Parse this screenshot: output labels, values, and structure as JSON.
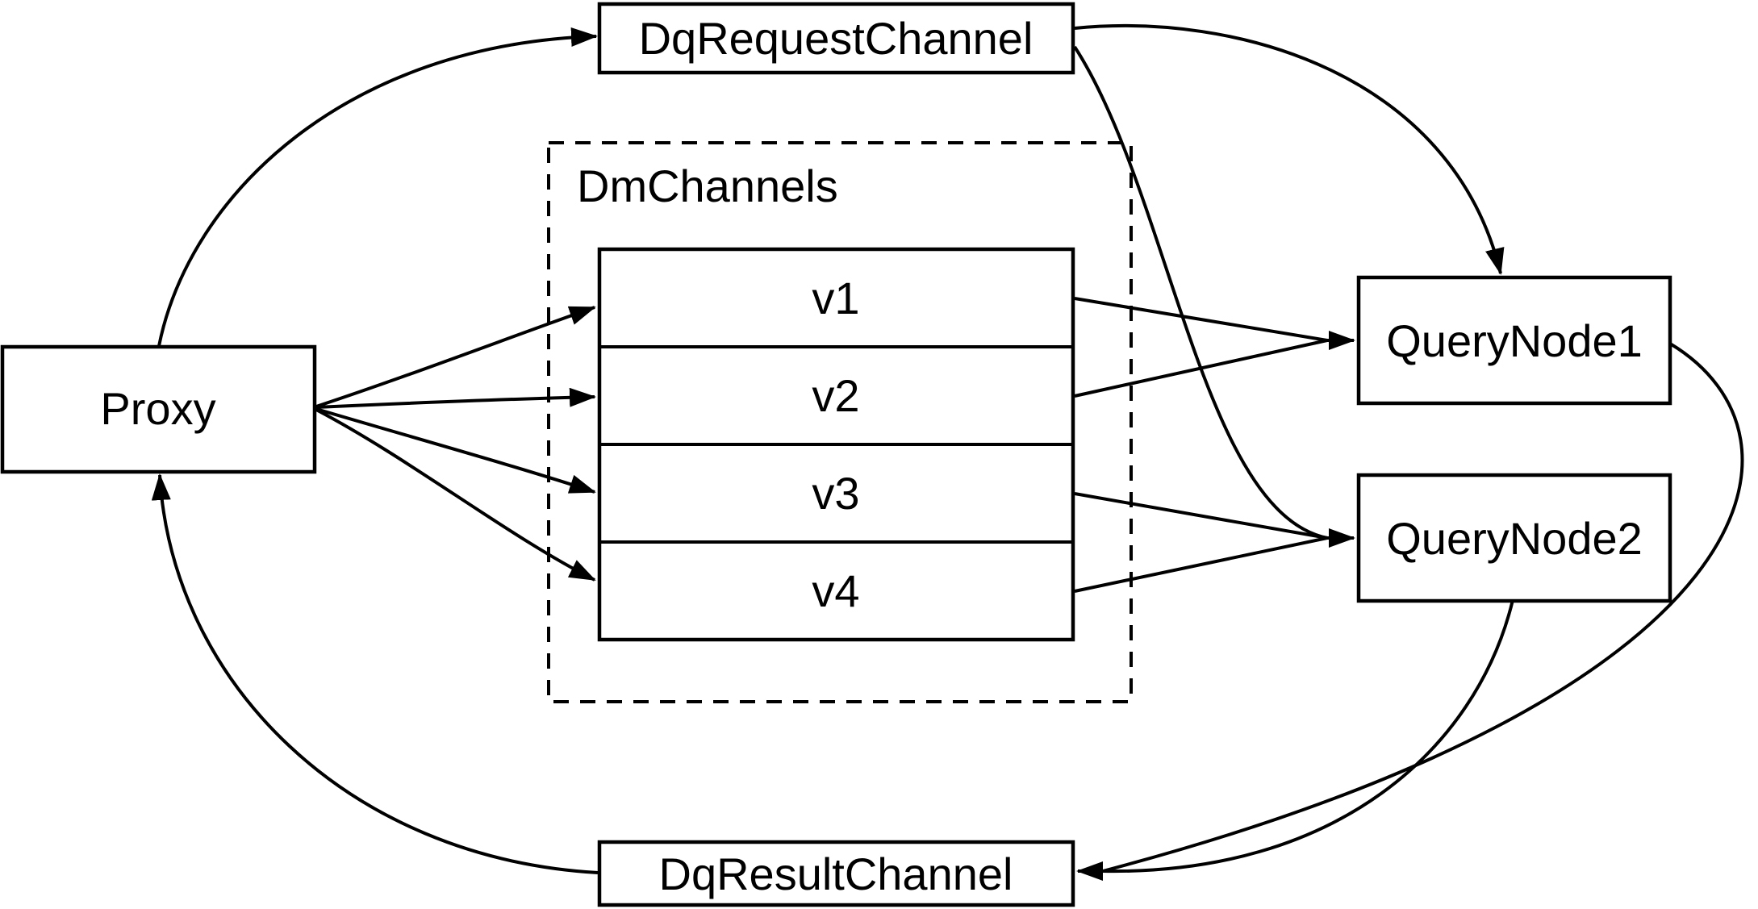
{
  "diagram": {
    "description": "Flow diagram of query request/result channels between a Proxy and Query Nodes",
    "colors": {
      "background": "#ffffff",
      "stroke": "#000000",
      "text": "#000000"
    },
    "nodes": {
      "proxy": {
        "label": "Proxy"
      },
      "dq_request_channel": {
        "label": "DqRequestChannel"
      },
      "dm_channels": {
        "label": "DmChannels",
        "channels": [
          {
            "label": "v1"
          },
          {
            "label": "v2"
          },
          {
            "label": "v3"
          },
          {
            "label": "v4"
          }
        ]
      },
      "query_node_1": {
        "label": "QueryNode1"
      },
      "query_node_2": {
        "label": "QueryNode2"
      },
      "dq_result_channel": {
        "label": "DqResultChannel"
      }
    },
    "edges": [
      {
        "from": "Proxy",
        "to": "DqRequestChannel"
      },
      {
        "from": "DqRequestChannel",
        "to": "QueryNode1"
      },
      {
        "from": "DqRequestChannel",
        "to": "QueryNode2"
      },
      {
        "from": "Proxy",
        "to": "v1"
      },
      {
        "from": "Proxy",
        "to": "v2"
      },
      {
        "from": "Proxy",
        "to": "v3"
      },
      {
        "from": "Proxy",
        "to": "v4"
      },
      {
        "from": "v1",
        "to": "QueryNode1"
      },
      {
        "from": "v2",
        "to": "QueryNode1"
      },
      {
        "from": "v3",
        "to": "QueryNode2"
      },
      {
        "from": "v4",
        "to": "QueryNode2"
      },
      {
        "from": "QueryNode1",
        "to": "DqResultChannel"
      },
      {
        "from": "QueryNode2",
        "to": "DqResultChannel"
      },
      {
        "from": "DqResultChannel",
        "to": "Proxy"
      }
    ]
  }
}
